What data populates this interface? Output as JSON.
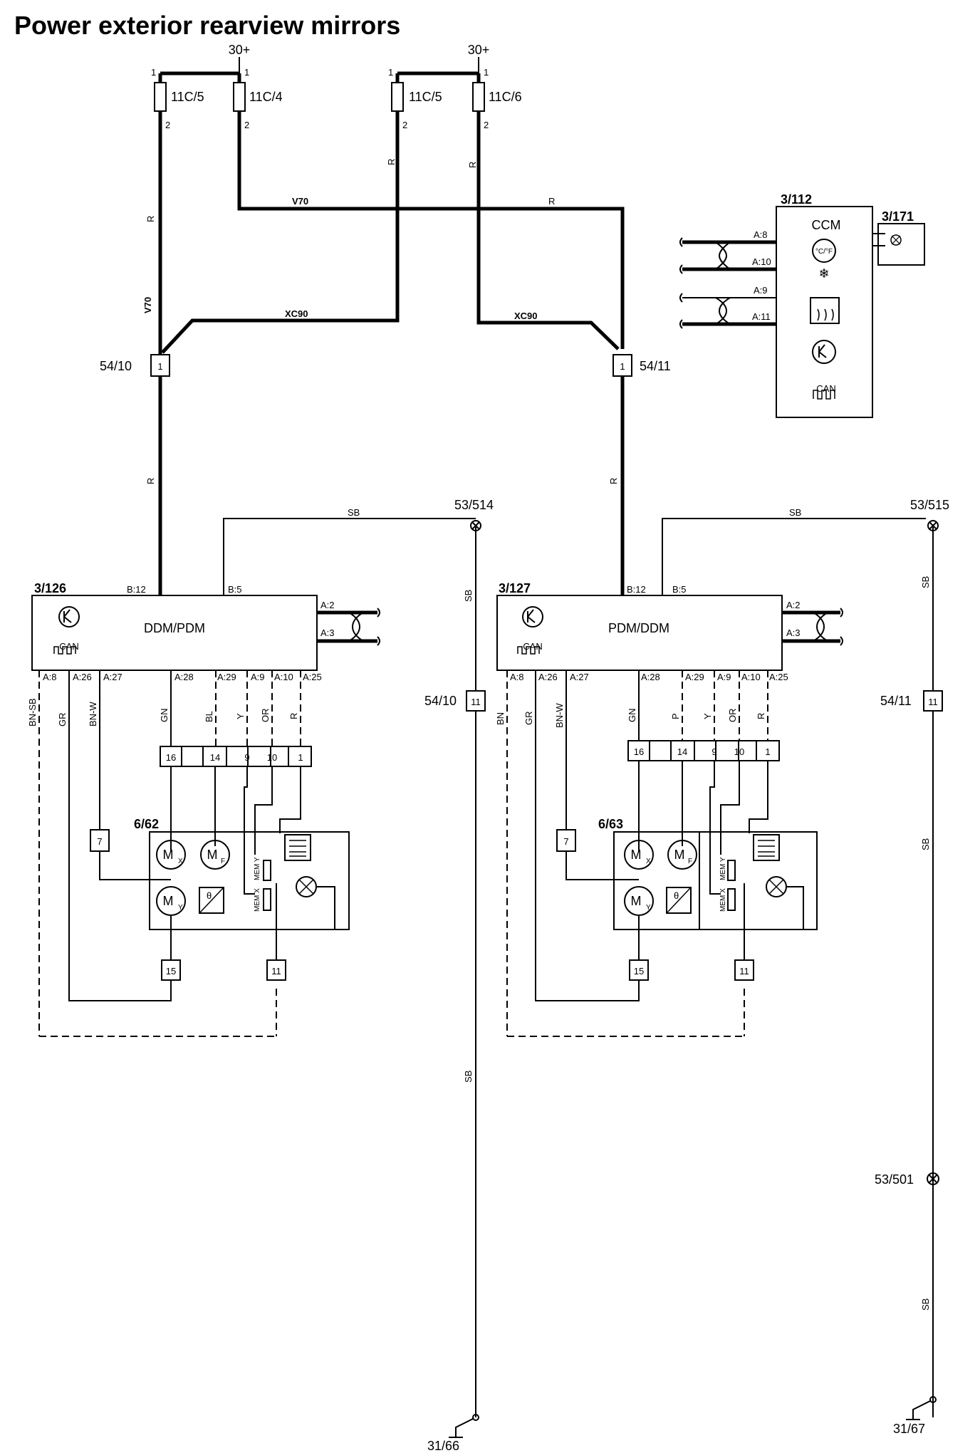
{
  "title": "Power exterior rearview mirrors",
  "supply": {
    "left_label": "30+",
    "right_label": "30+",
    "fuses": [
      "11C/5",
      "11C/4",
      "11C/5",
      "11C/6"
    ],
    "fuse_pin_top": "1",
    "fuse_pin_bottom": "2"
  },
  "wires": {
    "V70": "V70",
    "XC90": "XC90",
    "R": "R",
    "SB": "SB",
    "GN": "GN",
    "BL": "BL",
    "Y": "Y",
    "OR": "OR",
    "P": "P",
    "BN": "BN",
    "BN_SB": "BN-SB",
    "GR": "GR",
    "BN_W": "BN-W"
  },
  "connectors": {
    "c5410": "54/10",
    "c5411": "54/11",
    "pin1": "1",
    "pin11": "11",
    "pin7": "7",
    "pin15": "15"
  },
  "grounds": {
    "g53514": "53/514",
    "g53515": "53/515",
    "g53501": "53/501",
    "g3166": "31/66",
    "g3167": "31/67"
  },
  "ccm": {
    "id": "3/112",
    "name": "CCM",
    "sensor_id": "3/171",
    "pins": [
      "A:8",
      "A:10",
      "A:9",
      "A:11"
    ],
    "temp_icon": "°C/°F"
  },
  "left_module": {
    "id": "3/126",
    "name": "DDM/PDM",
    "can": "CAN",
    "top_pins": [
      "B:12",
      "B:5"
    ],
    "right_pins": [
      "A:2",
      "A:3"
    ],
    "bottom_pins": [
      "A:8",
      "A:26",
      "A:27",
      "A:28",
      "A:29",
      "A:9",
      "A:10",
      "A:25"
    ],
    "terminals": [
      "16",
      "14",
      "9",
      "10",
      "1"
    ]
  },
  "right_module": {
    "id": "3/127",
    "name": "PDM/DDM",
    "can": "CAN",
    "top_pins": [
      "B:12",
      "B:5"
    ],
    "right_pins": [
      "A:2",
      "A:3"
    ],
    "bottom_pins": [
      "A:8",
      "A:26",
      "A:27",
      "A:28",
      "A:29",
      "A:9",
      "A:10",
      "A:25"
    ],
    "terminals": [
      "16",
      "14",
      "9",
      "10",
      "1"
    ]
  },
  "left_mirror": {
    "id": "6/62",
    "motor_x": "M",
    "motor_x_sub": "X",
    "motor_f": "M",
    "motor_f_sub": "F",
    "motor_y": "M",
    "motor_y_sub": "Y",
    "sensor": "θ",
    "mem_y": "MEM Y",
    "mem_x": "MEM X"
  },
  "right_mirror": {
    "id": "6/63",
    "motor_x": "M",
    "motor_x_sub": "X",
    "motor_f": "M",
    "motor_f_sub": "F",
    "motor_y": "M",
    "motor_y_sub": "Y",
    "sensor": "θ",
    "mem_y": "MEM Y",
    "mem_x": "MEM X"
  },
  "colors": {
    "ink": "#000000",
    "paper": "#ffffff"
  }
}
